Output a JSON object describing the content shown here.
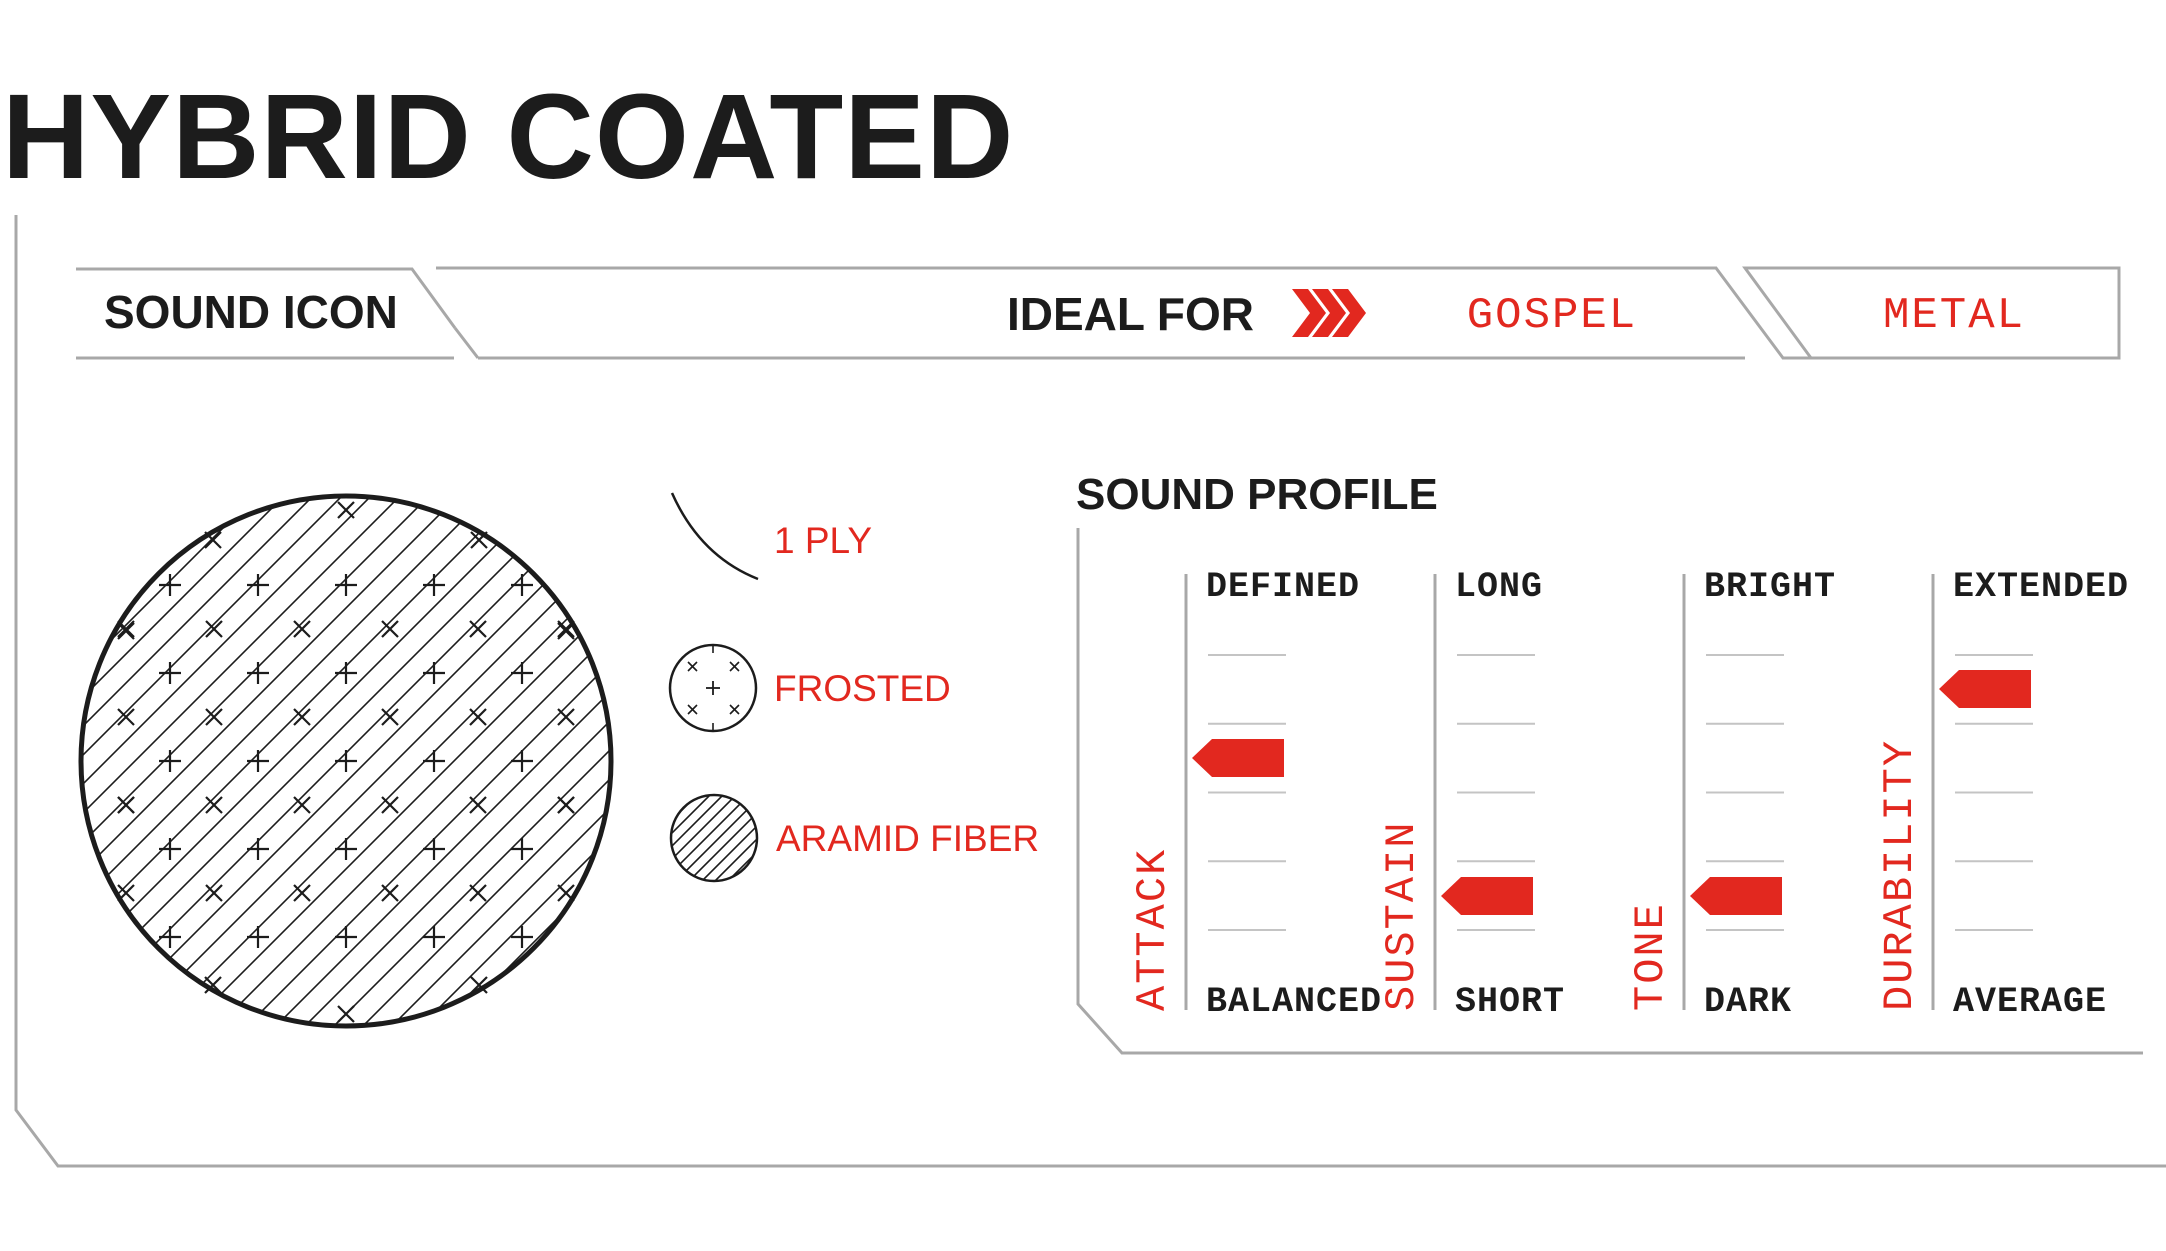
{
  "title": "HYBRID COATED",
  "header": {
    "sound_icon_label": "SOUND ICON",
    "ideal_for_label": "IDEAL FOR",
    "genres": [
      "GOSPEL",
      "METAL"
    ]
  },
  "legend": {
    "ply_label": "1 PLY",
    "frosted_label": "FROSTED",
    "aramid_label": "ARAMID FIBER"
  },
  "sound_profile": {
    "title": "SOUND PROFILE",
    "scale_steps": 6,
    "meters": [
      {
        "label": "ATTACK",
        "top_label": "DEFINED",
        "bottom_label": "BALANCED",
        "level": 0.6
      },
      {
        "label": "SUSTAIN",
        "top_label": "LONG",
        "bottom_label": "SHORT",
        "level": 0.2
      },
      {
        "label": "TONE",
        "top_label": "BRIGHT",
        "bottom_label": "DARK",
        "level": 0.2
      },
      {
        "label": "DURABILITY",
        "top_label": "EXTENDED",
        "bottom_label": "AVERAGE",
        "level": 0.8
      }
    ]
  },
  "colors": {
    "accent": "#e2281f",
    "text": "#1c1c1c",
    "line": "#a8a8a8"
  }
}
